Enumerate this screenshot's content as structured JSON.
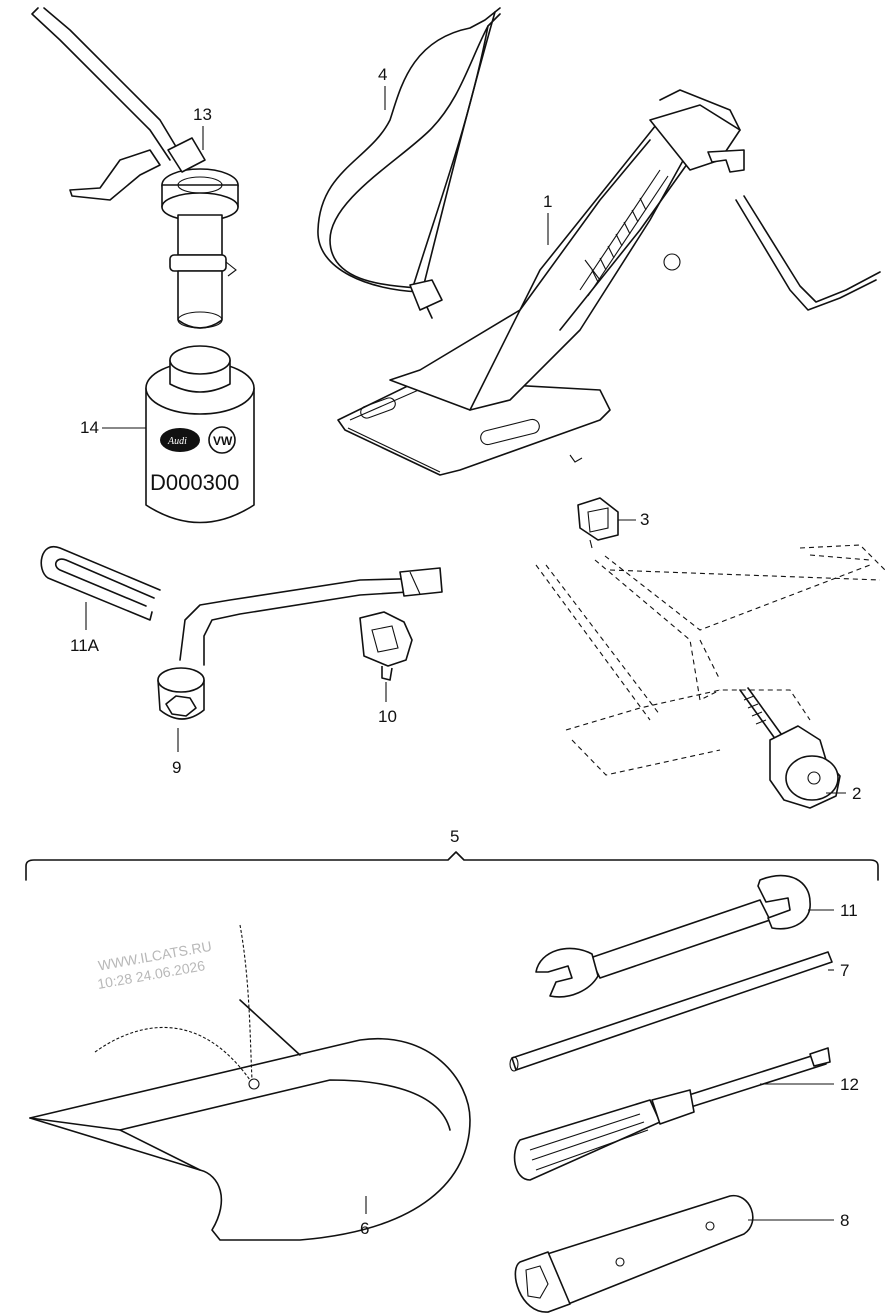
{
  "labels": {
    "jack": "1",
    "knob": "2",
    "clip": "3",
    "strap": "4",
    "kit": "5",
    "pouch": "6",
    "rod": "7",
    "box_wrench": "8",
    "wheel_wrench": "9",
    "clamp": "10",
    "open_wrench": "11",
    "spring_clip": "11A",
    "screwdriver": "12",
    "pump": "13",
    "can": "14"
  },
  "can_text": "D000300",
  "logo_audi": "Audi",
  "logo_vw": "VW",
  "watermark": {
    "line1": "WWW.ILCATS.RU",
    "line2": "10:28 24.06.2026"
  },
  "colors": {
    "ink": "#111111",
    "paper": "#ffffff",
    "watermark": "#b8b8b8"
  }
}
